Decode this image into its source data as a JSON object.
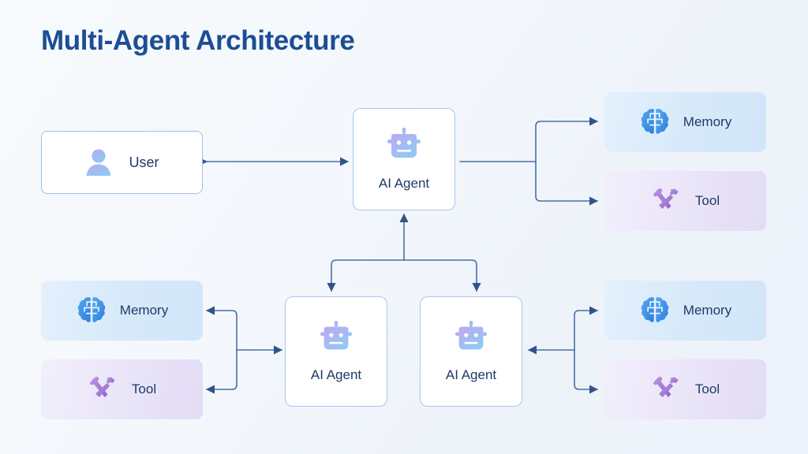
{
  "title": "Multi-Agent Architecture",
  "colors": {
    "title": "#1d4e93",
    "label": "#1f3a68",
    "connector": "#3a5f96",
    "agent_border": "#a8c7ea",
    "memory_fill": "#d8ebfb",
    "tool_fill": "#e9e3f7",
    "brain_blue": "#3b92e8",
    "tool_purple": "#a57fd4",
    "robot_gradient_start": "#b8a6ee",
    "robot_gradient_end": "#8ec8f5",
    "background": "#f4f8fc"
  },
  "nodes": {
    "user": {
      "label": "User",
      "icon": "user-icon"
    },
    "agent_top": {
      "label": "AI Agent",
      "icon": "robot-icon"
    },
    "agent_bottom_left": {
      "label": "AI Agent",
      "icon": "robot-icon"
    },
    "agent_bottom_right": {
      "label": "AI Agent",
      "icon": "robot-icon"
    },
    "memory_top_right": {
      "label": "Memory",
      "icon": "brain-icon"
    },
    "tool_top_right": {
      "label": "Tool",
      "icon": "tools-icon"
    },
    "memory_bottom_left": {
      "label": "Memory",
      "icon": "brain-icon"
    },
    "tool_bottom_left": {
      "label": "Tool",
      "icon": "tools-icon"
    },
    "memory_bottom_right": {
      "label": "Memory",
      "icon": "brain-icon"
    },
    "tool_bottom_right": {
      "label": "Tool",
      "icon": "tools-icon"
    }
  },
  "connections": [
    {
      "from": "user",
      "to": "agent_top",
      "style": "bidirectional"
    },
    {
      "from": "agent_top",
      "to": "memory_top_right",
      "style": "arrow"
    },
    {
      "from": "agent_top",
      "to": "tool_top_right",
      "style": "arrow"
    },
    {
      "from": "agent_bottom_left",
      "to": "agent_top",
      "style": "arrow"
    },
    {
      "from": "agent_bottom_right",
      "to": "agent_top",
      "style": "arrow"
    },
    {
      "from": "agent_top",
      "to": "agent_bottom_left",
      "style": "arrow"
    },
    {
      "from": "agent_top",
      "to": "agent_bottom_right",
      "style": "arrow"
    },
    {
      "from": "agent_bottom_left",
      "to": "memory_bottom_left",
      "style": "arrow"
    },
    {
      "from": "agent_bottom_left",
      "to": "tool_bottom_left",
      "style": "arrow"
    },
    {
      "from": "agent_bottom_right",
      "to": "memory_bottom_right",
      "style": "arrow"
    },
    {
      "from": "agent_bottom_right",
      "to": "tool_bottom_right",
      "style": "arrow"
    }
  ]
}
